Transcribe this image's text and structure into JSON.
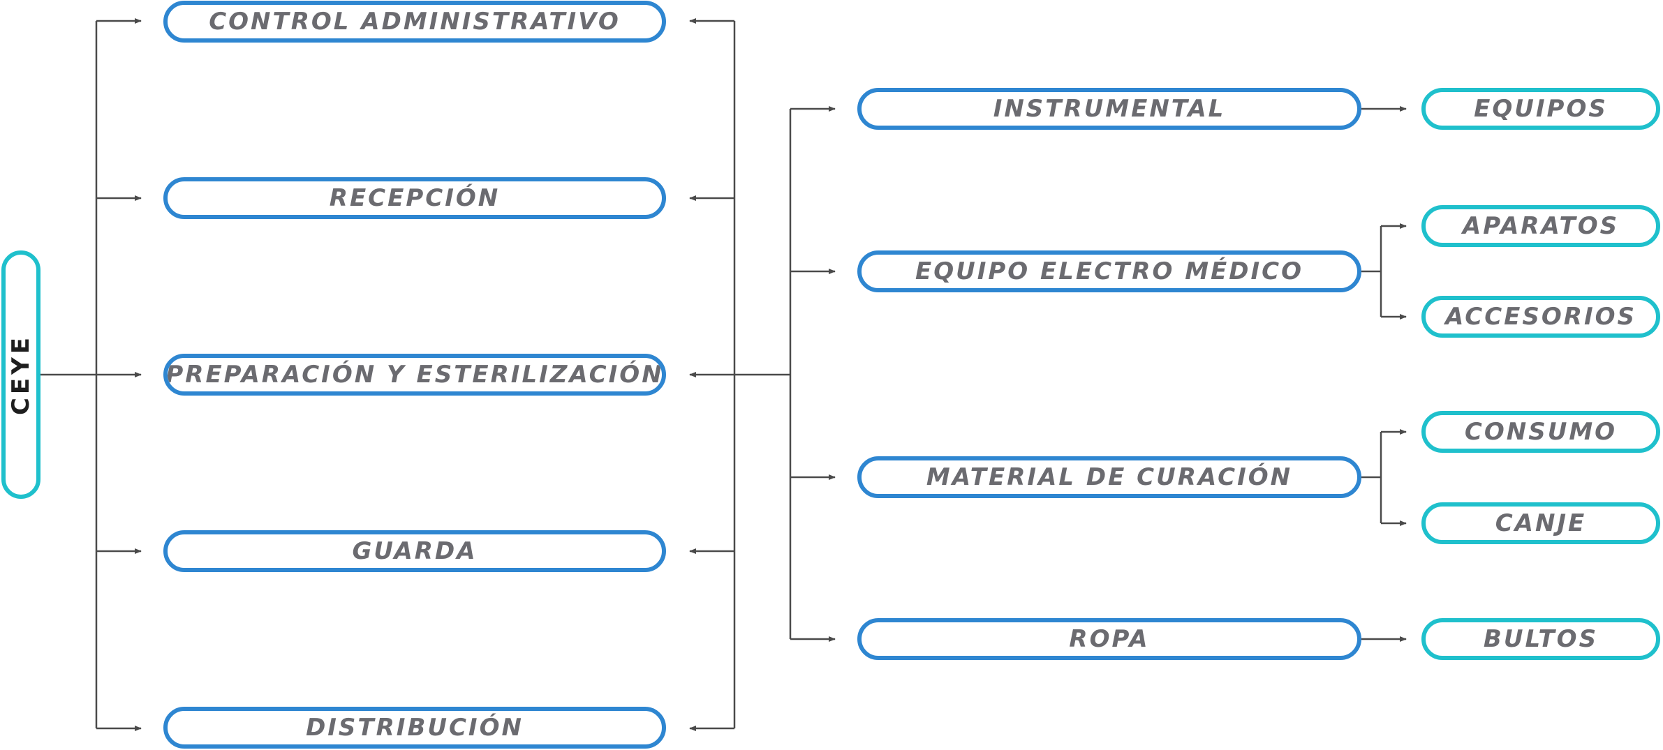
{
  "root": {
    "label": "CEYE"
  },
  "processes": [
    {
      "label": "CONTROL ADMINISTRATIVO"
    },
    {
      "label": "RECEPCIÓN"
    },
    {
      "label": "PREPARACIÓN Y ESTERILIZACIÓN"
    },
    {
      "label": "GUARDA"
    },
    {
      "label": "DISTRIBUCIÓN"
    }
  ],
  "materials": [
    {
      "label": "INSTRUMENTAL"
    },
    {
      "label": "EQUIPO ELECTRO MÉDICO"
    },
    {
      "label": "MATERIAL DE CURACIÓN"
    },
    {
      "label": "ROPA"
    }
  ],
  "subitems": [
    {
      "label": "EQUIPOS"
    },
    {
      "label": "APARATOS"
    },
    {
      "label": "ACCESORIOS"
    },
    {
      "label": "CONSUMO"
    },
    {
      "label": "CANJE"
    },
    {
      "label": "BULTOS"
    }
  ],
  "colors": {
    "primary_border": "#2e86d1",
    "accent_border": "#1fc0cc",
    "text": "#6b6b70",
    "connector": "#4a4a4a"
  }
}
